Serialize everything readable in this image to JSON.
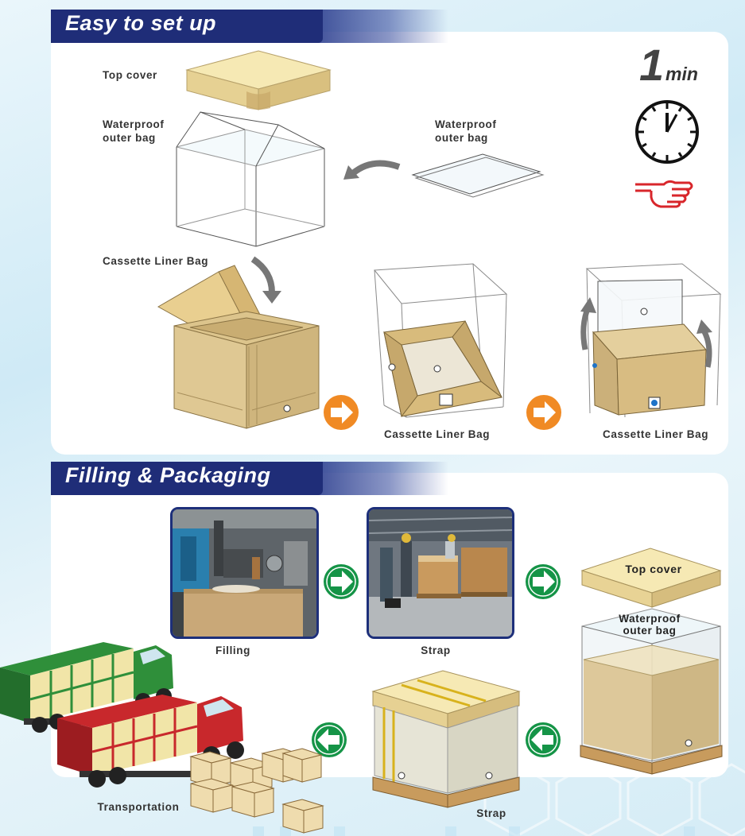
{
  "sections": {
    "setup": {
      "title": "Easy to set up",
      "timer": {
        "number": "1",
        "unit": "min",
        "icon": "clock-icon"
      },
      "labels": {
        "top_cover": "Top cover",
        "waterproof_bag_left": "Waterproof\nouter bag",
        "waterproof_bag_right": "Waterproof\nouter bag",
        "cassette_liner_1": "Cassette Liner Bag",
        "cassette_liner_2": "Cassette Liner Bag",
        "cassette_liner_3": "Cassette Liner Bag"
      }
    },
    "filling": {
      "title": "Filling & Packaging",
      "labels": {
        "filling": "Filling",
        "strap_photo": "Strap",
        "top_cover": "Top cover",
        "waterproof_bag": "Waterproof\nouter bag",
        "strap_box": "Strap",
        "transportation": "Transportation"
      }
    }
  },
  "colors": {
    "banner": "#1f2d78",
    "cardboard": "#d7bf8a",
    "cover": "#f3e3a6",
    "orange_arrow": "#f08a24",
    "green_arrow": "#159447",
    "pointer_hand": "#d8262b"
  }
}
